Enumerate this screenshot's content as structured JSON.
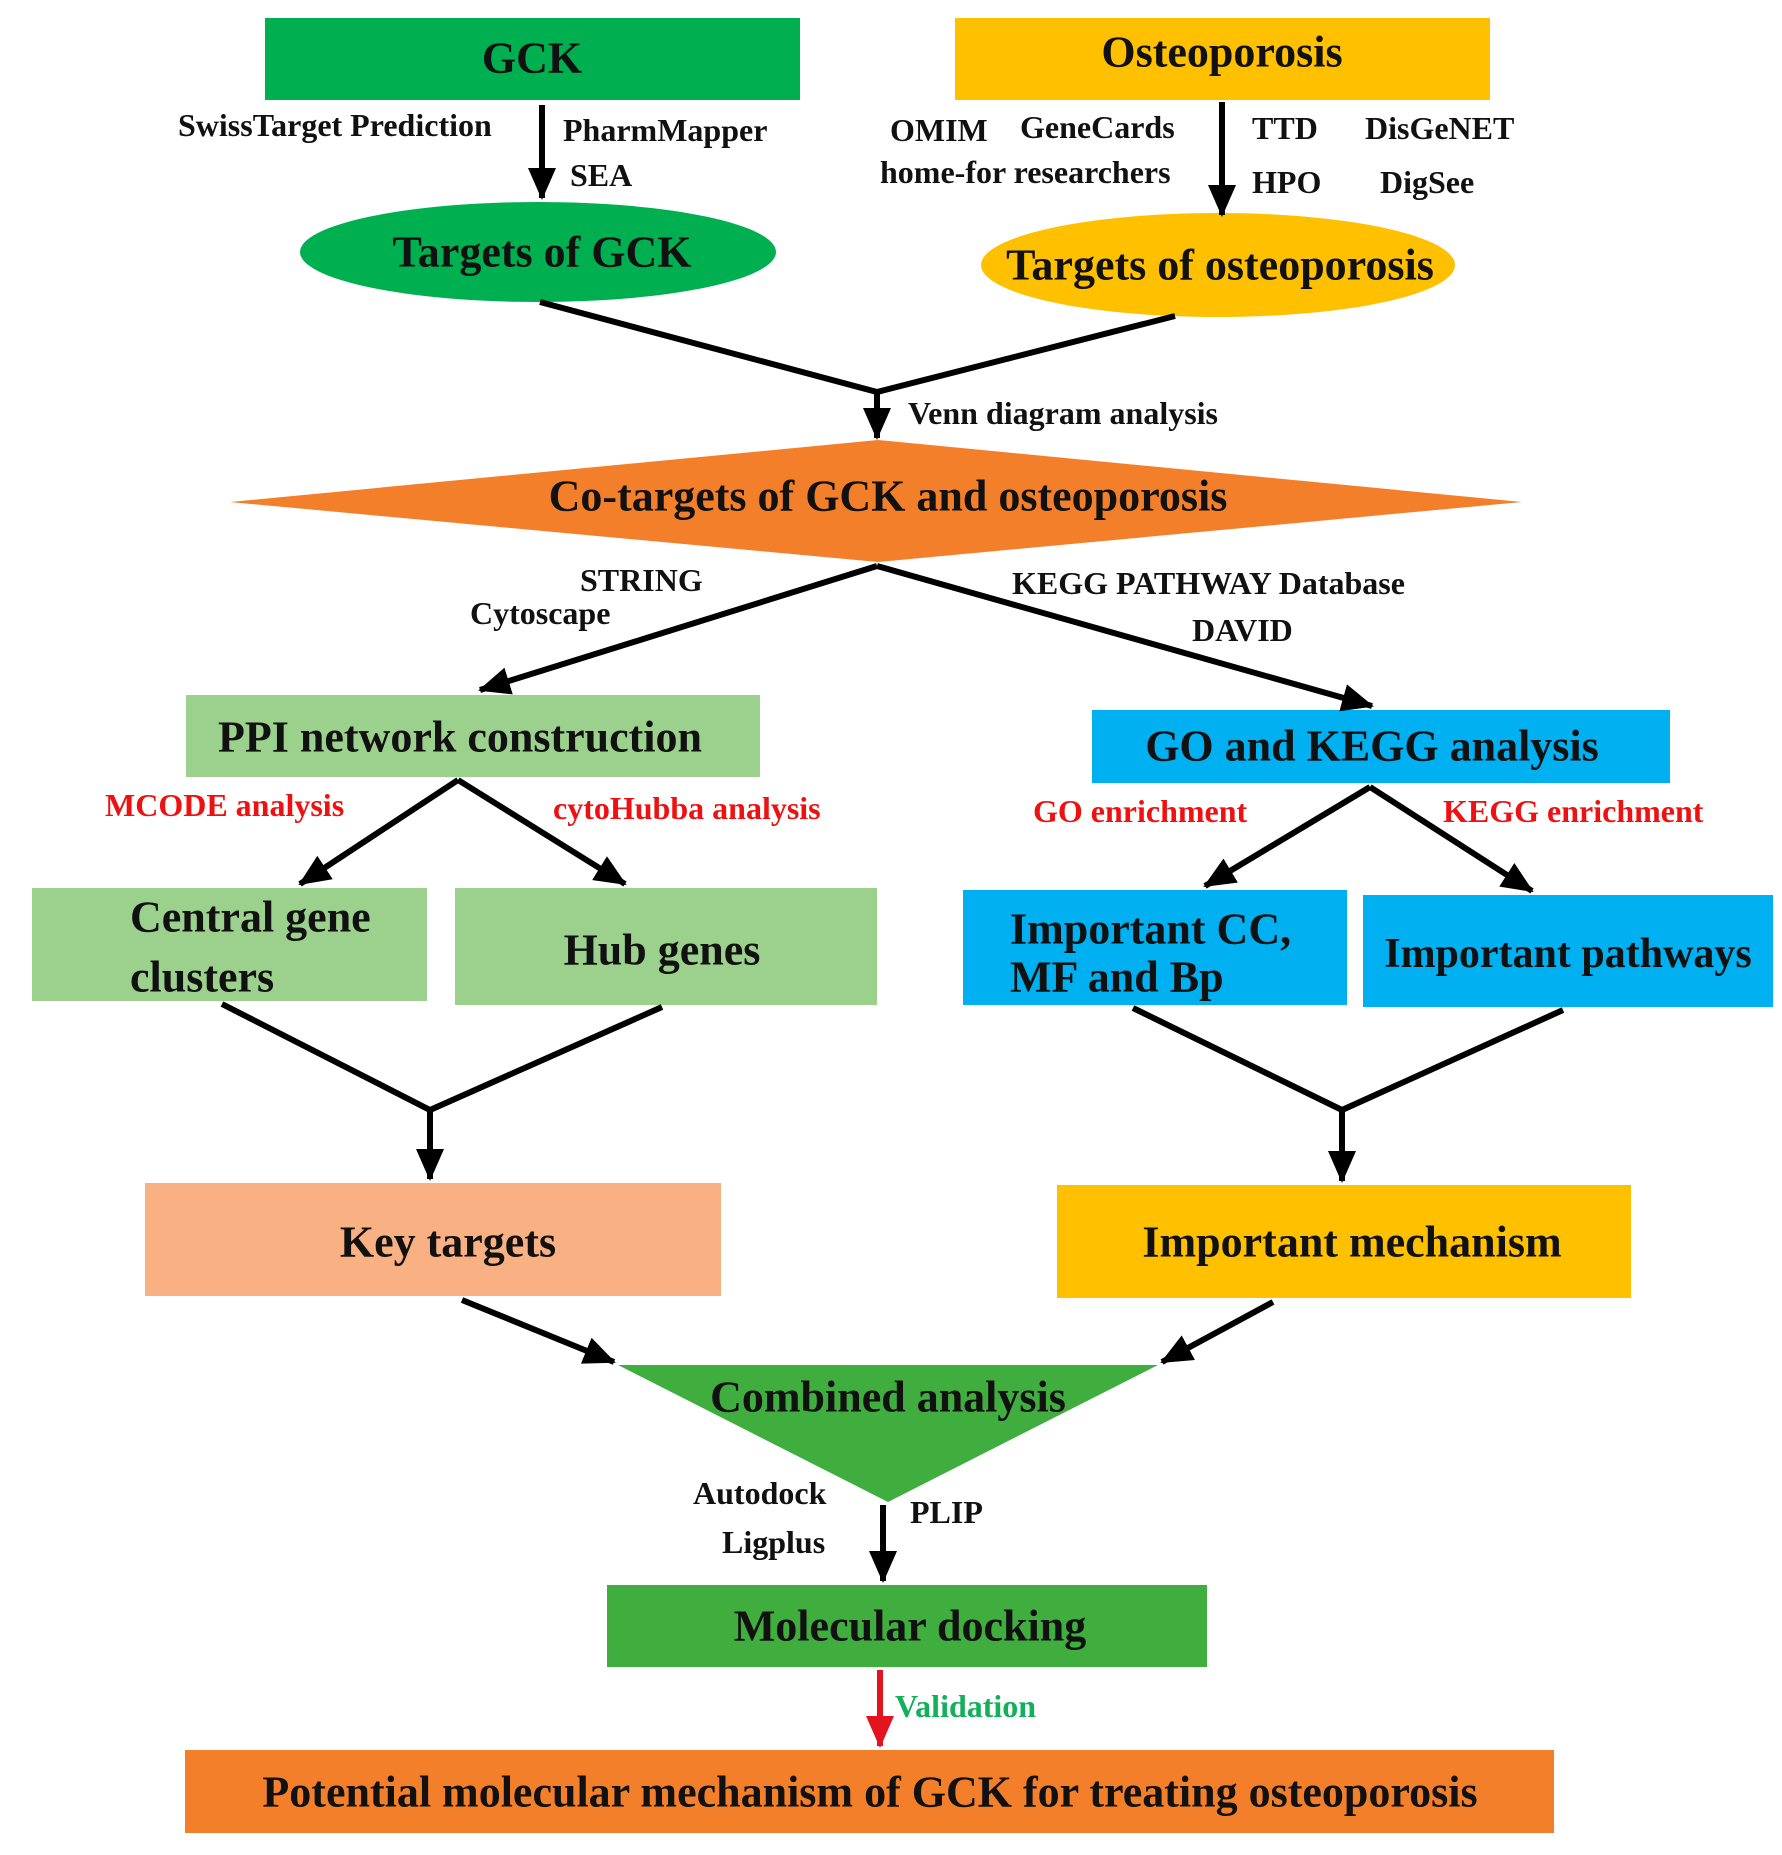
{
  "nodes": {
    "gck": "GCK",
    "osteoporosis": "Osteoporosis",
    "targets_gck": "Targets of  GCK",
    "targets_osteo": "Targets of  osteoporosis",
    "co_targets": "Co-targets of  GCK and osteoporosis",
    "ppi": "PPI network construction",
    "go_kegg": "GO and KEGG analysis",
    "central_line1": "Central gene",
    "central_line2": "clusters",
    "hub": "Hub genes",
    "important_cc_line1": "Important CC,",
    "important_cc_line2": "MF and Bp",
    "important_pathways": "Important pathways",
    "key_targets": "Key targets",
    "important_mechanism": "Important mechanism",
    "combined": "Combined analysis",
    "docking": "Molecular docking",
    "potential": "Potential molecular mechanism of GCK for treating osteoporosis"
  },
  "labels": {
    "swiss": "SwissTarget Prediction",
    "pharmmapper": "PharmMapper",
    "sea": "SEA",
    "omim": "OMIM",
    "genecards": "GeneCards",
    "homefor": "home-for researchers",
    "ttd": "TTD",
    "disgenet": "DisGeNET",
    "hpo": "HPO",
    "digsee": "DigSee",
    "venn": "Venn diagram analysis",
    "string": "STRING",
    "cytoscape": "Cytoscape",
    "kegg_db": "KEGG PATHWAY Database",
    "david": "DAVID",
    "mcode": "MCODE analysis",
    "cytohubba": "cytoHubba analysis",
    "go_enrich": "GO enrichment",
    "kegg_enrich": "KEGG enrichment",
    "autodock": "Autodock",
    "ligplus": "Ligplus",
    "plip": "PLIP",
    "validation": "Validation"
  },
  "colors": {
    "dark_green": "#00b050",
    "mid_green": "#3fae3f",
    "light_green": "#9bd18d",
    "gold": "#ffc000",
    "orange": "#f47f2a",
    "blue": "#00b0f0",
    "salmon": "#f9b183",
    "red_text": "#ee1111",
    "green_text": "#12b05a",
    "red_arrow": "#e3141e"
  }
}
